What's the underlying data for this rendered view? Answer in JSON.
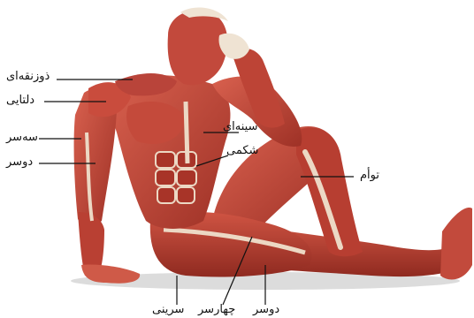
{
  "labels": {
    "trapezius": "ذوزنقه‌ای",
    "deltoid": "دلتایی",
    "triceps": "سه‌سر",
    "biceps": "دوسر",
    "pectoral": "سینه‌ای",
    "abdominal": "شکمی",
    "gastrocnemius": "توأم",
    "gluteal": "سرینی",
    "quadriceps": "چهارسر",
    "hamstring": "دوسر"
  },
  "colors": {
    "muscle": "#c0463a",
    "muscle_dark": "#8a2a22",
    "tendon": "#e9d6c4",
    "skin": "#e8a48a",
    "ground_shadow": "#d9d9d9",
    "leader_line": "#111111"
  }
}
